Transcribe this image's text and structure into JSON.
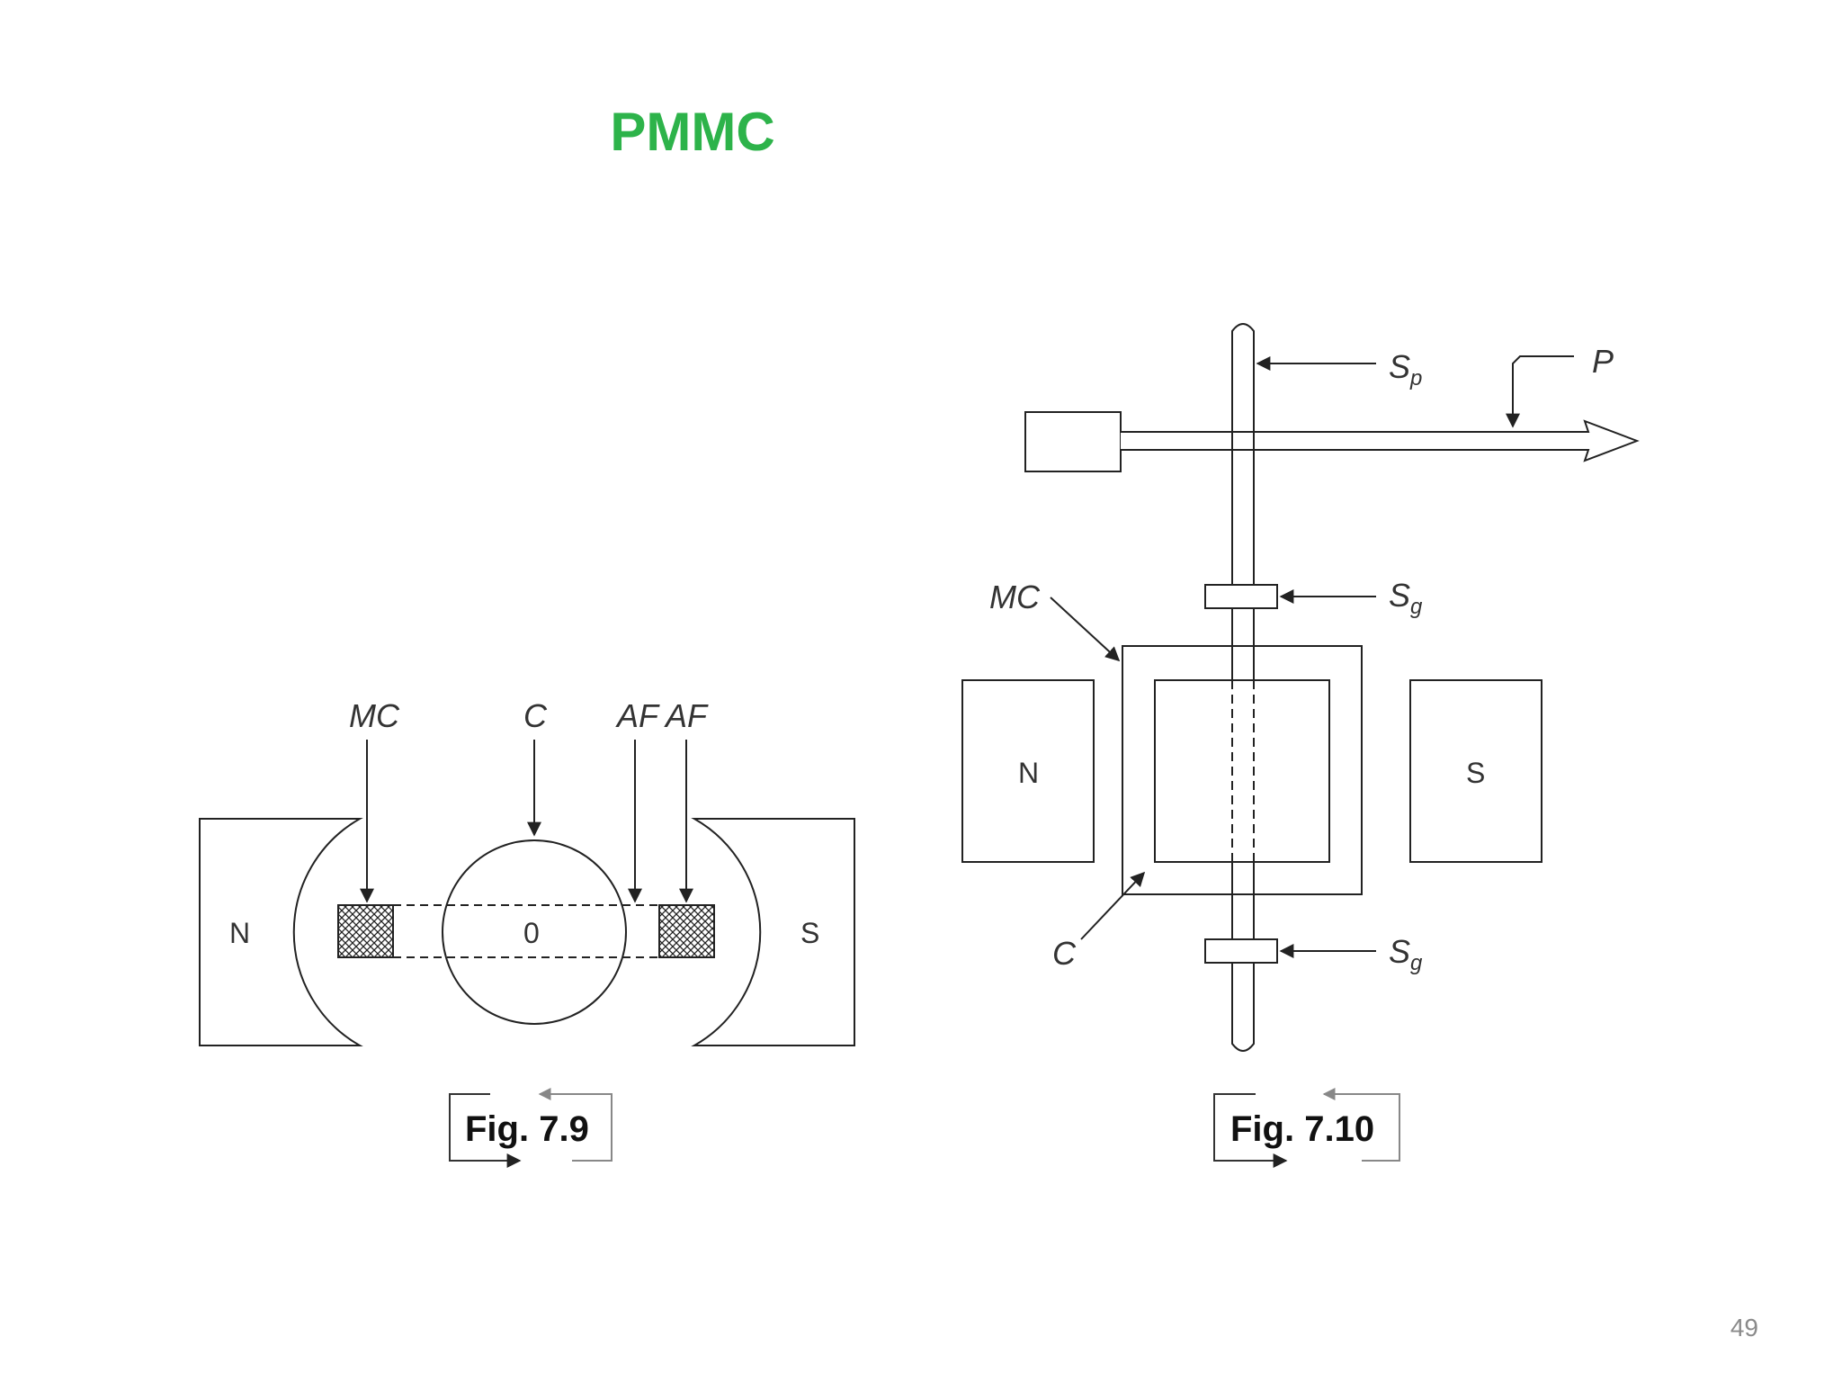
{
  "slide": {
    "title": "PMMC",
    "page_number": "49",
    "title_color": "#2db34a"
  },
  "fig79": {
    "labels": {
      "mc": "MC",
      "c": "C",
      "af1": "AF",
      "af2": "AF",
      "n": "N",
      "s": "S",
      "zero": "0"
    },
    "caption": "Fig. 7.9"
  },
  "fig710": {
    "labels": {
      "sp": "S",
      "sp_sub": "p",
      "p": "P",
      "mc": "MC",
      "sg_top": "S",
      "sg_top_sub": "g",
      "n": "N",
      "s": "S",
      "c": "C",
      "sg_bottom": "S",
      "sg_bottom_sub": "g"
    },
    "caption": "Fig. 7.10"
  }
}
